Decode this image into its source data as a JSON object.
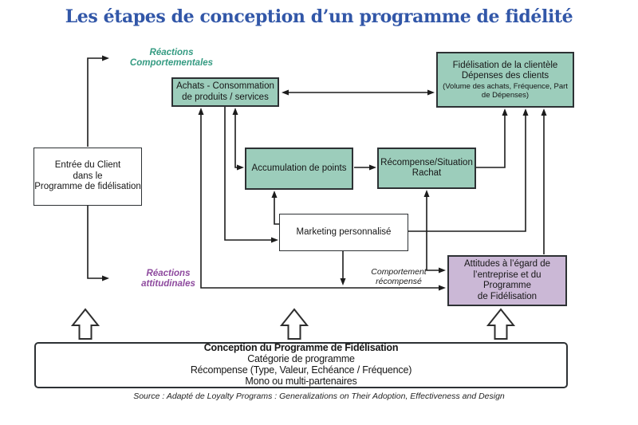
{
  "title": "Les étapes de conception d’un programme de fidélité",
  "labels": {
    "reactions_comportementales": {
      "line1": "Réactions",
      "line2": "Comportementales"
    },
    "reactions_attitudinales": {
      "line1": "Réactions",
      "line2": "attitudinales"
    },
    "comportement_recompense": {
      "line1": "Comportement",
      "line2": "récompensé"
    }
  },
  "boxes": {
    "entree": {
      "lines": [
        "Entrée du Client",
        "dans le",
        "Programme de fidélisation"
      ]
    },
    "achats": {
      "lines": [
        "Achats - Consommation",
        "de produits / services"
      ]
    },
    "fidelisation": {
      "lines_large": [
        "Fidélisation de la clientèle",
        "Dépenses des clients"
      ],
      "lines_small": [
        "(Volume des achats, Fréquence, Part",
        "de Dépenses)"
      ]
    },
    "accumulation": {
      "lines": [
        "Accumulation de points"
      ]
    },
    "recompense": {
      "lines": [
        "Récompense/Situation",
        "Rachat"
      ]
    },
    "marketing": {
      "lines": [
        "Marketing personnalisé"
      ]
    },
    "attitudes": {
      "lines": [
        "Attitudes à l’égard de",
        "l’entreprise et du Programme",
        "de Fidélisation"
      ]
    },
    "conception": {
      "title": "Conception du Programme de Fidélisation",
      "lines": [
        "Catégorie de programme",
        "Récompense (Type, Valeur, Echéance / Fréquence)",
        "Mono ou multi-partenaires"
      ]
    }
  },
  "source": "Source : Adapté de Loyalty Programs : Generalizations on Their Adoption, Effectiveness and Design",
  "colors": {
    "title_blue": "#3257a8",
    "box_green": "#9ccdbb",
    "box_purple": "#cbb8d6",
    "box_white": "#ffffff",
    "teal_label": "#359b82",
    "purple_label": "#8e4a9e",
    "line": "#1c1c1c"
  }
}
